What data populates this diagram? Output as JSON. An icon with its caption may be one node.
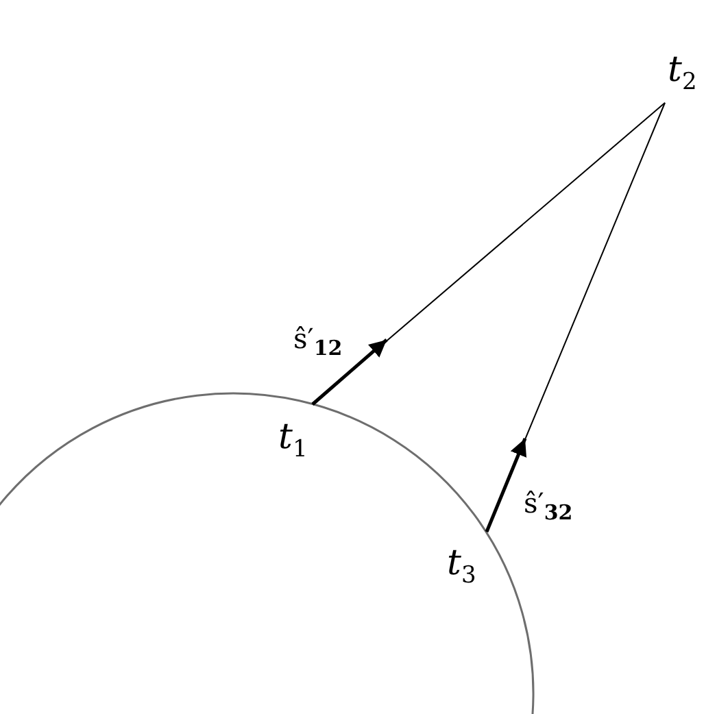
{
  "diagram": {
    "nodes": [
      {
        "text": [
          "t$_{1}$"
        ]
      },
      {
        "text": [
          "t$_{2}$"
        ]
      },
      {
        "text": [
          "t$_{3}$"
        ]
      }
    ],
    "edges": [
      {
        "from": 0,
        "to": 1,
        "arrow": "none"
      },
      {
        "from": 2,
        "to": 1,
        "arrow": "none"
      }
    ],
    "labels": [
      "ŝ′$_{12}$",
      "ŝ′$_{32}$"
    ]
  }
}
